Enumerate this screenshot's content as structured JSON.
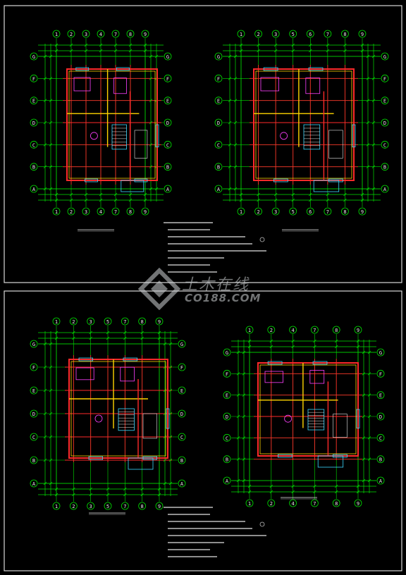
{
  "watermark": {
    "cn": "土木在线",
    "en": "CO188.COM"
  },
  "colors": {
    "background": "#000000",
    "frame": "#d9d9d9",
    "axis": "#00e000",
    "dim": "#00e000",
    "wall": "#ff2a2a",
    "partition": "#ffd400",
    "furniture": "#ff40ff",
    "window": "#3ad8ff",
    "text": "#e8e8e8"
  },
  "plans": [
    {
      "id": "plan-1",
      "axis_top": [
        "1",
        "2",
        "3",
        "4",
        "7",
        "8",
        "9"
      ],
      "axis_side": [
        "G",
        "F",
        "E",
        "D",
        "C",
        "B",
        "A"
      ]
    },
    {
      "id": "plan-2",
      "axis_top": [
        "1",
        "2",
        "3",
        "5",
        "6",
        "7",
        "8",
        "9"
      ],
      "axis_side": [
        "G",
        "F",
        "E",
        "D",
        "C",
        "B",
        "A"
      ]
    },
    {
      "id": "plan-3",
      "axis_top": [
        "1",
        "2",
        "3",
        "5",
        "7",
        "8",
        "9"
      ],
      "axis_side": [
        "G",
        "F",
        "E",
        "D",
        "C",
        "B",
        "A"
      ]
    },
    {
      "id": "plan-4",
      "axis_top": [
        "1",
        "2",
        "4",
        "7",
        "8",
        "9"
      ],
      "axis_side": [
        "G",
        "F",
        "E",
        "D",
        "C",
        "B",
        "A"
      ]
    }
  ]
}
